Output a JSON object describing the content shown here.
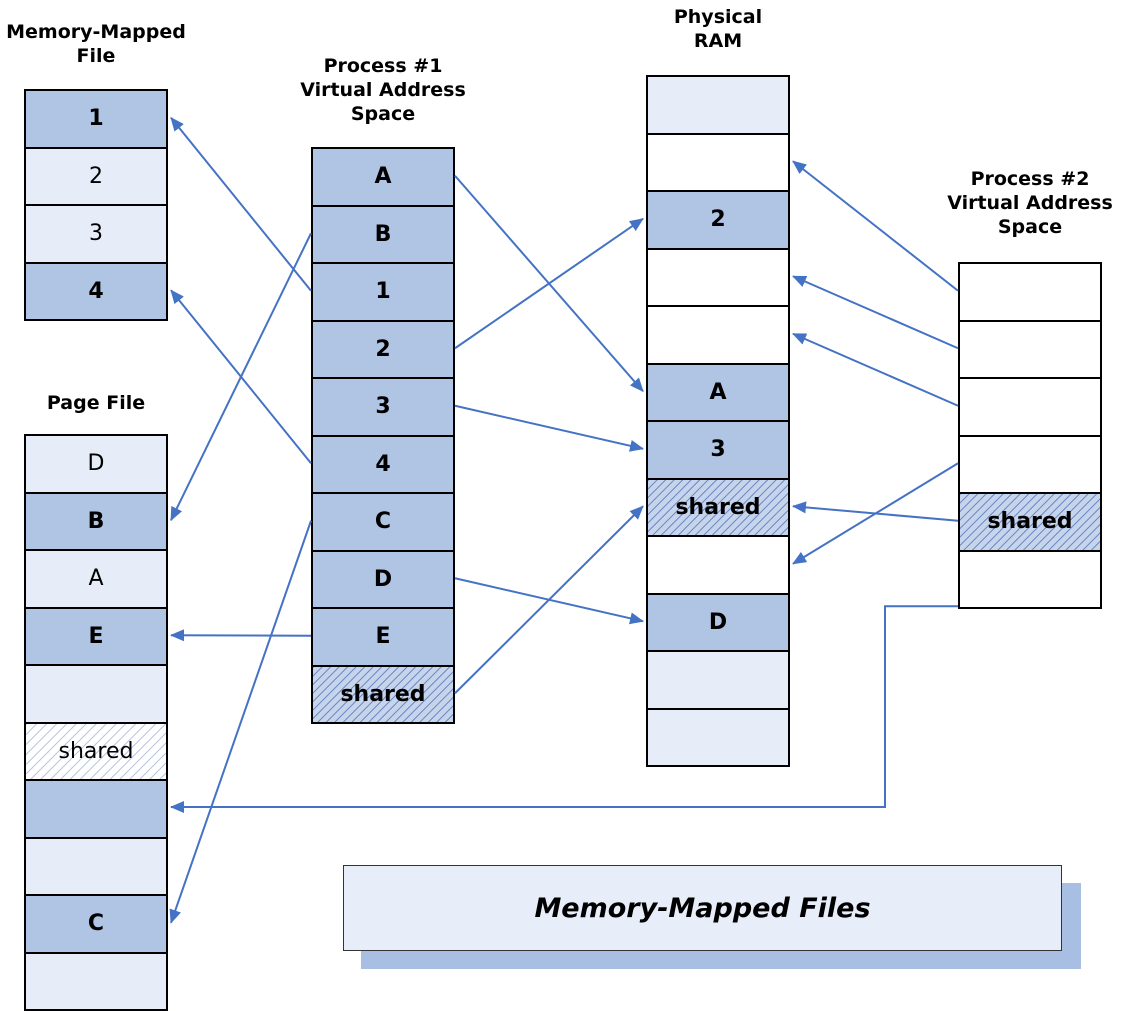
{
  "colors": {
    "dark": "#b0c4e4",
    "light": "#e6edf8",
    "arrow": "#4472c4",
    "shadow": "#a8bfe3"
  },
  "banner": {
    "title": "Memory-Mapped Files"
  },
  "columns": [
    {
      "id": "mmf",
      "title": "Memory-Mapped File",
      "title_lines": [
        "Memory-Mapped",
        "File"
      ],
      "cells": [
        {
          "label": "1",
          "style": "dark"
        },
        {
          "label": "2",
          "style": "light"
        },
        {
          "label": "3",
          "style": "light"
        },
        {
          "label": "4",
          "style": "dark"
        }
      ]
    },
    {
      "id": "pagefile",
      "title": "Page File",
      "title_lines": [
        "Page File"
      ],
      "cells": [
        {
          "label": "D",
          "style": "light"
        },
        {
          "label": "B",
          "style": "dark"
        },
        {
          "label": "A",
          "style": "light"
        },
        {
          "label": "E",
          "style": "dark"
        },
        {
          "label": "",
          "style": "light"
        },
        {
          "label": "shared",
          "style": "hatch-light"
        },
        {
          "label": "",
          "style": "dark"
        },
        {
          "label": "",
          "style": "light"
        },
        {
          "label": "C",
          "style": "dark"
        },
        {
          "label": "",
          "style": "light"
        }
      ]
    },
    {
      "id": "p1",
      "title": "Process #1 Virtual Address Space",
      "title_lines": [
        "Process #1",
        "Virtual Address",
        "Space"
      ],
      "cells": [
        {
          "label": "A",
          "style": "dark"
        },
        {
          "label": "B",
          "style": "dark"
        },
        {
          "label": "1",
          "style": "dark"
        },
        {
          "label": "2",
          "style": "dark"
        },
        {
          "label": "3",
          "style": "dark"
        },
        {
          "label": "4",
          "style": "dark"
        },
        {
          "label": "C",
          "style": "dark"
        },
        {
          "label": "D",
          "style": "dark"
        },
        {
          "label": "E",
          "style": "dark"
        },
        {
          "label": "shared",
          "style": "hatch-dark"
        }
      ]
    },
    {
      "id": "ram",
      "title": "Physical RAM",
      "title_lines": [
        "Physical",
        "RAM"
      ],
      "cells": [
        {
          "label": "",
          "style": "light"
        },
        {
          "label": "",
          "style": "white"
        },
        {
          "label": "2",
          "style": "dark"
        },
        {
          "label": "",
          "style": "white"
        },
        {
          "label": "",
          "style": "white"
        },
        {
          "label": "A",
          "style": "dark"
        },
        {
          "label": "3",
          "style": "dark"
        },
        {
          "label": "shared",
          "style": "hatch-dark"
        },
        {
          "label": "",
          "style": "white"
        },
        {
          "label": "D",
          "style": "dark"
        },
        {
          "label": "",
          "style": "light"
        },
        {
          "label": "",
          "style": "light"
        }
      ]
    },
    {
      "id": "p2",
      "title": "Process #2 Virtual Address Space",
      "title_lines": [
        "Process #2",
        "Virtual Address",
        "Space"
      ],
      "cells": [
        {
          "label": "",
          "style": "white"
        },
        {
          "label": "",
          "style": "white"
        },
        {
          "label": "",
          "style": "white"
        },
        {
          "label": "",
          "style": "white"
        },
        {
          "label": "shared",
          "style": "hatch-dark"
        },
        {
          "label": "",
          "style": "white"
        }
      ]
    }
  ],
  "arrows": [
    {
      "from": "p1.2",
      "to": "mmf.0"
    },
    {
      "from": "p1.5",
      "to": "mmf.3"
    },
    {
      "from": "p1.1",
      "to": "pagefile.1"
    },
    {
      "from": "p1.8",
      "to": "pagefile.3"
    },
    {
      "from": "p1.6",
      "to": "pagefile.8"
    },
    {
      "from": "p1.0",
      "to": "ram.5"
    },
    {
      "from": "p1.3",
      "to": "ram.2"
    },
    {
      "from": "p1.4",
      "to": "ram.6"
    },
    {
      "from": "p1.7",
      "to": "ram.9"
    },
    {
      "from": "p1.9",
      "to": "ram.7"
    },
    {
      "from": "p2.0",
      "to": "ram.1"
    },
    {
      "from": "p2.1",
      "to": "ram.3"
    },
    {
      "from": "p2.2",
      "to": "ram.4"
    },
    {
      "from": "p2.3",
      "to": "ram.8"
    },
    {
      "from": "p2.4",
      "to": "ram.7"
    },
    {
      "from": "p2.5",
      "to": "pagefile.6",
      "routed": true
    }
  ]
}
